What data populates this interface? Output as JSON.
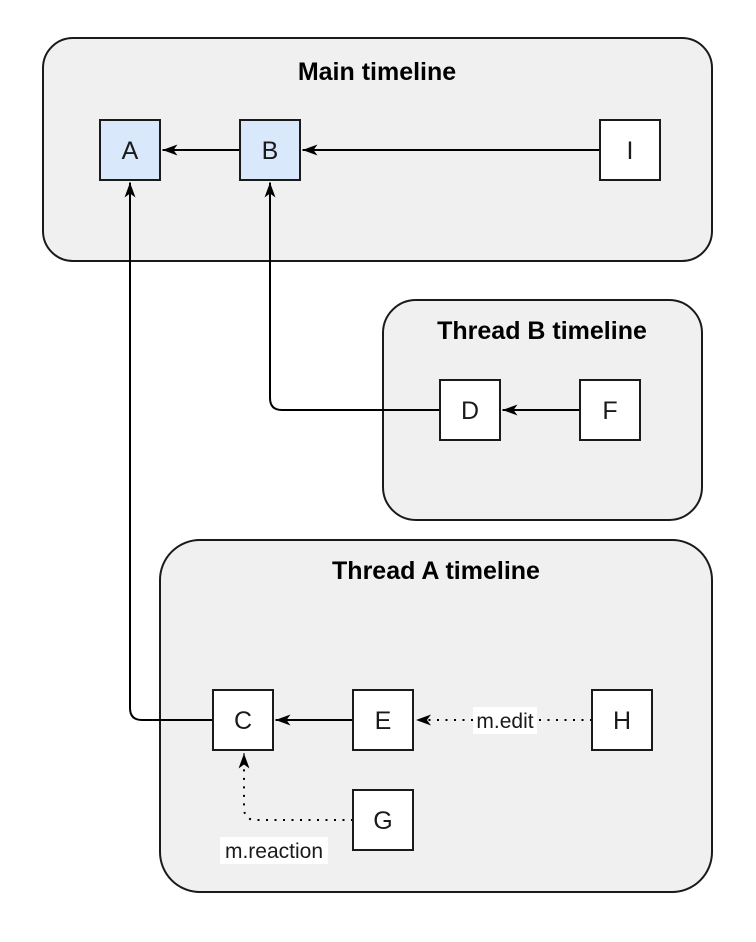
{
  "diagram": {
    "containers": [
      {
        "id": "main",
        "title": "Main timeline"
      },
      {
        "id": "thread-b",
        "title": "Thread B timeline"
      },
      {
        "id": "thread-a",
        "title": "Thread A timeline"
      }
    ],
    "nodes": [
      {
        "id": "A",
        "label": "A",
        "container": "main",
        "highlighted": true
      },
      {
        "id": "B",
        "label": "B",
        "container": "main",
        "highlighted": true
      },
      {
        "id": "I",
        "label": "I",
        "container": "main",
        "highlighted": false
      },
      {
        "id": "D",
        "label": "D",
        "container": "thread-b",
        "highlighted": false
      },
      {
        "id": "F",
        "label": "F",
        "container": "thread-b",
        "highlighted": false
      },
      {
        "id": "C",
        "label": "C",
        "container": "thread-a",
        "highlighted": false
      },
      {
        "id": "E",
        "label": "E",
        "container": "thread-a",
        "highlighted": false
      },
      {
        "id": "H",
        "label": "H",
        "container": "thread-a",
        "highlighted": false
      },
      {
        "id": "G",
        "label": "G",
        "container": "thread-a",
        "highlighted": false
      }
    ],
    "edges": [
      {
        "from": "B",
        "to": "A",
        "style": "solid",
        "label": ""
      },
      {
        "from": "I",
        "to": "B",
        "style": "solid",
        "label": ""
      },
      {
        "from": "F",
        "to": "D",
        "style": "solid",
        "label": ""
      },
      {
        "from": "D",
        "to": "B",
        "style": "solid",
        "label": ""
      },
      {
        "from": "E",
        "to": "C",
        "style": "solid",
        "label": ""
      },
      {
        "from": "C",
        "to": "A",
        "style": "solid",
        "label": ""
      },
      {
        "from": "H",
        "to": "E",
        "style": "dotted",
        "label": "m.edit"
      },
      {
        "from": "G",
        "to": "C",
        "style": "dotted",
        "label": "m.reaction"
      }
    ],
    "colors": {
      "container_fill": "#f0f0f0",
      "container_stroke": "#1a1a1a",
      "node_fill": "#ffffff",
      "node_fill_highlight": "#dae8fc",
      "node_stroke": "#1a1a1a",
      "edge": "#000000",
      "label_bg": "#ffffff",
      "text": "#1a1a1a",
      "title_text": "#000000"
    }
  }
}
